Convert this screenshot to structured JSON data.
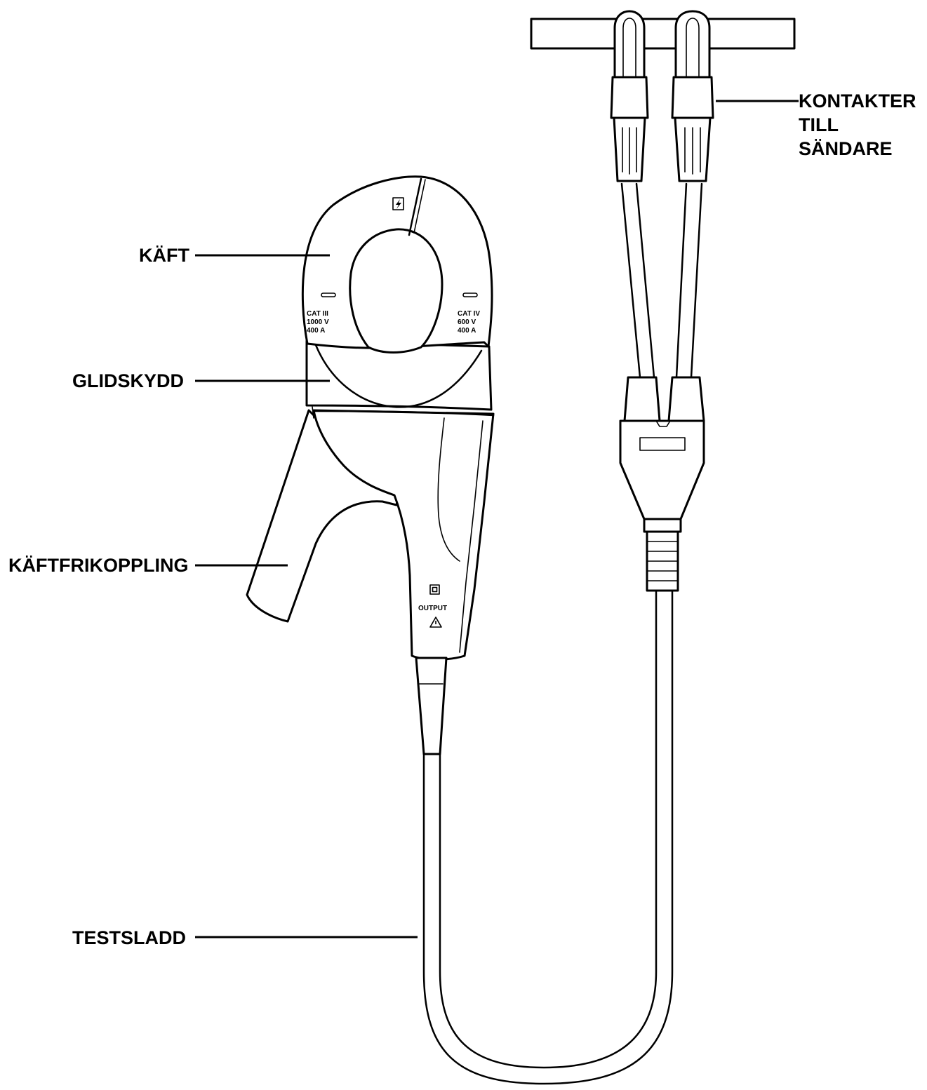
{
  "callouts": {
    "jaw": "KÄFT",
    "slide_guard": "GLIDSKYDD",
    "jaw_release": "KÄFTFRIKOPPLING",
    "test_lead": "TESTSLADD",
    "connectors_line1": "KONTAKTER",
    "connectors_line2": "TILL",
    "connectors_line3": "SÄNDARE"
  },
  "clamp_markings": {
    "left_line1": "CAT III",
    "left_line2": "1000 V",
    "left_line3": "400 A",
    "right_line1": "CAT IV",
    "right_line2": "600 V",
    "right_line3": "400 A",
    "output_label": "OUTPUT"
  },
  "icons": {
    "top_symbol": "lightning-bolt-icon",
    "output_symbol": "double-insulation-square-icon",
    "warning_symbol": "warning-triangle-icon"
  }
}
